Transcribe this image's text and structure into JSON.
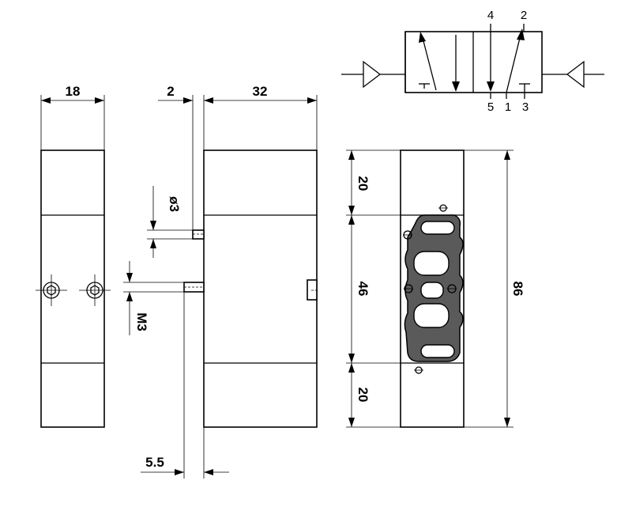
{
  "dimensions": {
    "width_18": "18",
    "gap_2": "2",
    "width_32": "32",
    "dia_3": "ø3",
    "thread_m3": "M3",
    "offset_5_5": "5.5",
    "height_20_top": "20",
    "height_46": "46",
    "height_20_bottom": "20",
    "height_86": "86"
  },
  "ports": {
    "p4": "4",
    "p2": "2",
    "p5": "5",
    "p1": "1",
    "p3": "3"
  }
}
